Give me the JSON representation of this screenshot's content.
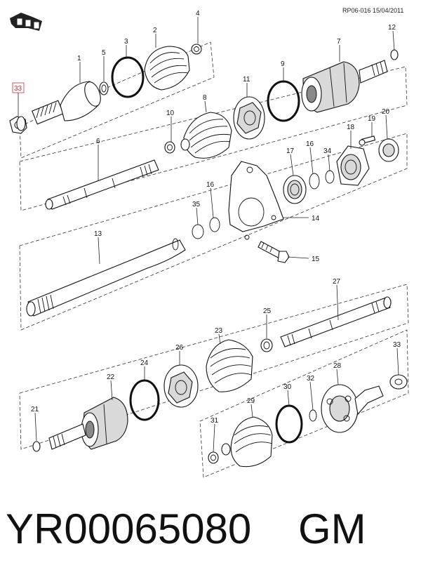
{
  "header": {
    "reference": "RP06-016 15/04/2011"
  },
  "footer": {
    "part_number": "YR00065080",
    "brand": "GM"
  },
  "callouts": {
    "c1": "1",
    "c2": "2",
    "c3": "3",
    "c4": "4",
    "c5": "5",
    "c6": "6",
    "c7": "7",
    "c8": "8",
    "c9": "9",
    "c10": "10",
    "c11": "11",
    "c12": "12",
    "c13": "13",
    "c14": "14",
    "c15": "15",
    "c16a": "16",
    "c16b": "16",
    "c17": "17",
    "c18": "18",
    "c19": "19",
    "c20": "20",
    "c21": "21",
    "c22": "22",
    "c23": "23",
    "c24": "24",
    "c25": "25",
    "c26": "26",
    "c27": "27",
    "c28": "28",
    "c29": "29",
    "c30": "30",
    "c31": "31",
    "c32": "32",
    "c33a": "33",
    "c33b": "33",
    "c34": "34",
    "c35": "35"
  },
  "colors": {
    "highlight": "#d03040",
    "line": "#111111"
  },
  "icons": {
    "corner": "front-arrow-icon"
  }
}
